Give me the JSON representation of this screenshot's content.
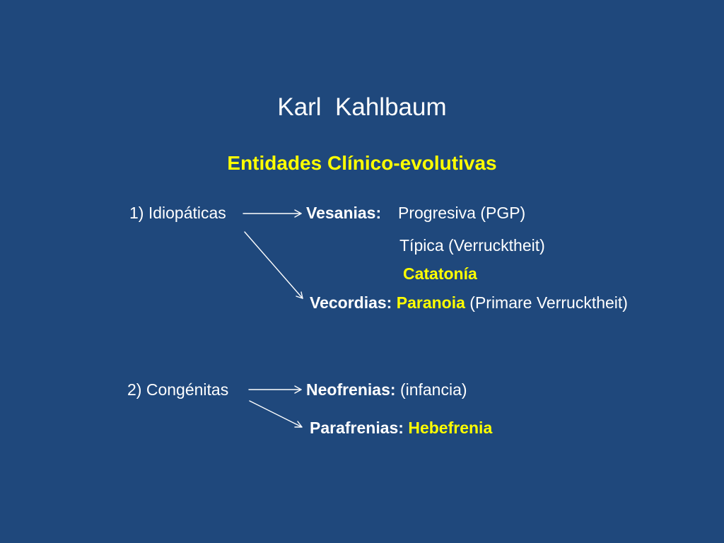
{
  "slide": {
    "title": "Karl  Kahlbaum",
    "subtitle": "Entidades Clínico-evolutivas",
    "idiopaticas": {
      "label": "1) Idiopáticas",
      "vesanias": {
        "term": "Vesanias:",
        "items": [
          "Progresiva (PGP)",
          "Típica (Verrucktheit)",
          "Catatonía"
        ]
      },
      "vecordias": {
        "term": "Vecordias:",
        "highlight": "Paranoia",
        "rest": "(Primare Verrucktheit)"
      }
    },
    "congenitas": {
      "label": "2) Congénitas",
      "neofrenias": {
        "term": "Neofrenias:",
        "desc": "(infancia)"
      },
      "parafrenias": {
        "term": "Parafrenias:",
        "highlight": "Hebefrenia"
      }
    },
    "colors": {
      "background": "#1f487c",
      "text": "#ffffff",
      "highlight": "#ffff00"
    }
  }
}
